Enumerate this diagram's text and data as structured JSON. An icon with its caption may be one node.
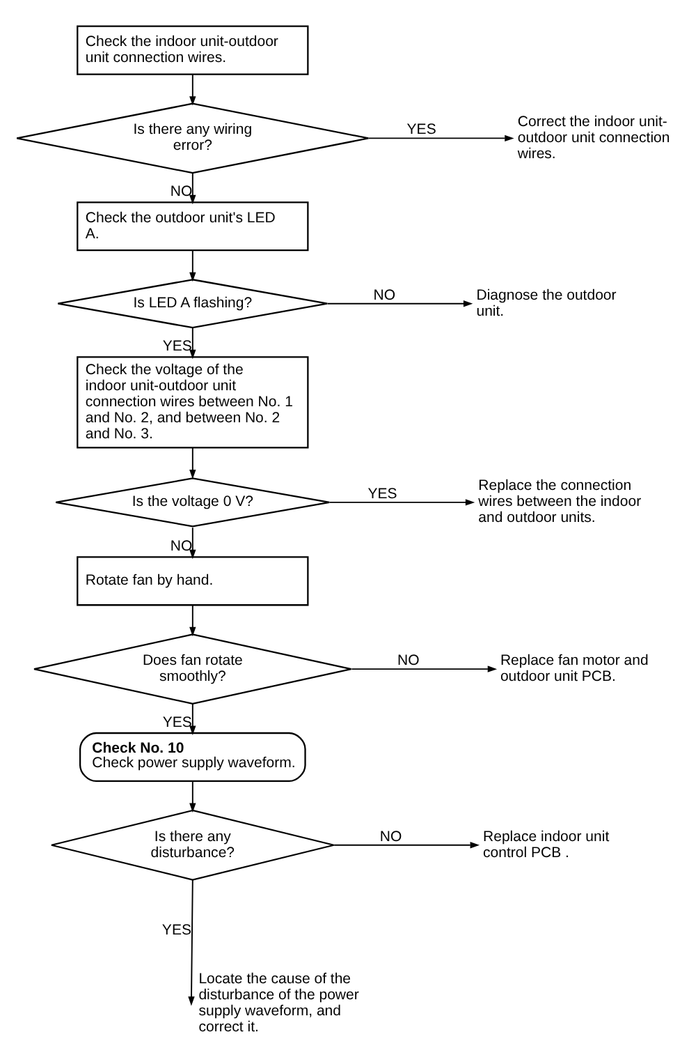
{
  "diagram": {
    "nodes": [
      {
        "text": [
          "Check the indoor unit-outdoor unit connection wires."
        ]
      },
      {
        "text": [
          "Is there any wiring error?"
        ]
      },
      {
        "text": [
          "Correct the indoor unit-outdoor unit connection wires."
        ]
      },
      {
        "text": [
          "Check the outdoor unit's LED A."
        ]
      },
      {
        "text": [
          "Is LED A flashing?"
        ]
      },
      {
        "text": [
          "Diagnose the outdoor unit."
        ]
      },
      {
        "text": [
          "Check the voltage of the indoor unit-outdoor unit connection wires between No. 1 and No. 2, and between No. 2 and No. 3."
        ]
      },
      {
        "text": [
          "Is the voltage 0 V?"
        ]
      },
      {
        "text": [
          "Replace the connection wires between the indoor and outdoor units."
        ]
      },
      {
        "text": [
          "Rotate fan by hand."
        ]
      },
      {
        "text": [
          "Does fan rotate smoothly?"
        ]
      },
      {
        "text": [
          "Replace fan motor and outdoor unit PCB."
        ]
      },
      {
        "text": [
          "Check No. 10",
          "Check power supply waveform."
        ]
      },
      {
        "text": [
          "Is there any disturbance?"
        ]
      },
      {
        "text": [
          "Replace indoor unit control PCB ."
        ]
      },
      {
        "text": [
          "Locate the cause of the disturbance of the power supply waveform, and correct it."
        ]
      }
    ],
    "edges": [
      {
        "from": 0,
        "to": 1,
        "arrow": "to"
      },
      {
        "from": 1,
        "to": 2,
        "arrow": "to",
        "label": "YES"
      },
      {
        "from": 1,
        "to": 3,
        "arrow": "to",
        "label": "NO"
      },
      {
        "from": 3,
        "to": 4,
        "arrow": "to"
      },
      {
        "from": 4,
        "to": 5,
        "arrow": "to",
        "label": "NO"
      },
      {
        "from": 4,
        "to": 6,
        "arrow": "to",
        "label": "YES"
      },
      {
        "from": 6,
        "to": 7,
        "arrow": "to"
      },
      {
        "from": 7,
        "to": 8,
        "arrow": "to",
        "label": "YES"
      },
      {
        "from": 7,
        "to": 9,
        "arrow": "to",
        "label": "NO"
      },
      {
        "from": 9,
        "to": 10,
        "arrow": "to"
      },
      {
        "from": 10,
        "to": 11,
        "arrow": "to",
        "label": "NO"
      },
      {
        "from": 10,
        "to": 12,
        "arrow": "to",
        "label": "YES"
      },
      {
        "from": 12,
        "to": 13,
        "arrow": "to"
      },
      {
        "from": 13,
        "to": 14,
        "arrow": "to",
        "label": "NO"
      },
      {
        "from": 13,
        "to": 15,
        "arrow": "to",
        "label": "YES"
      }
    ]
  }
}
